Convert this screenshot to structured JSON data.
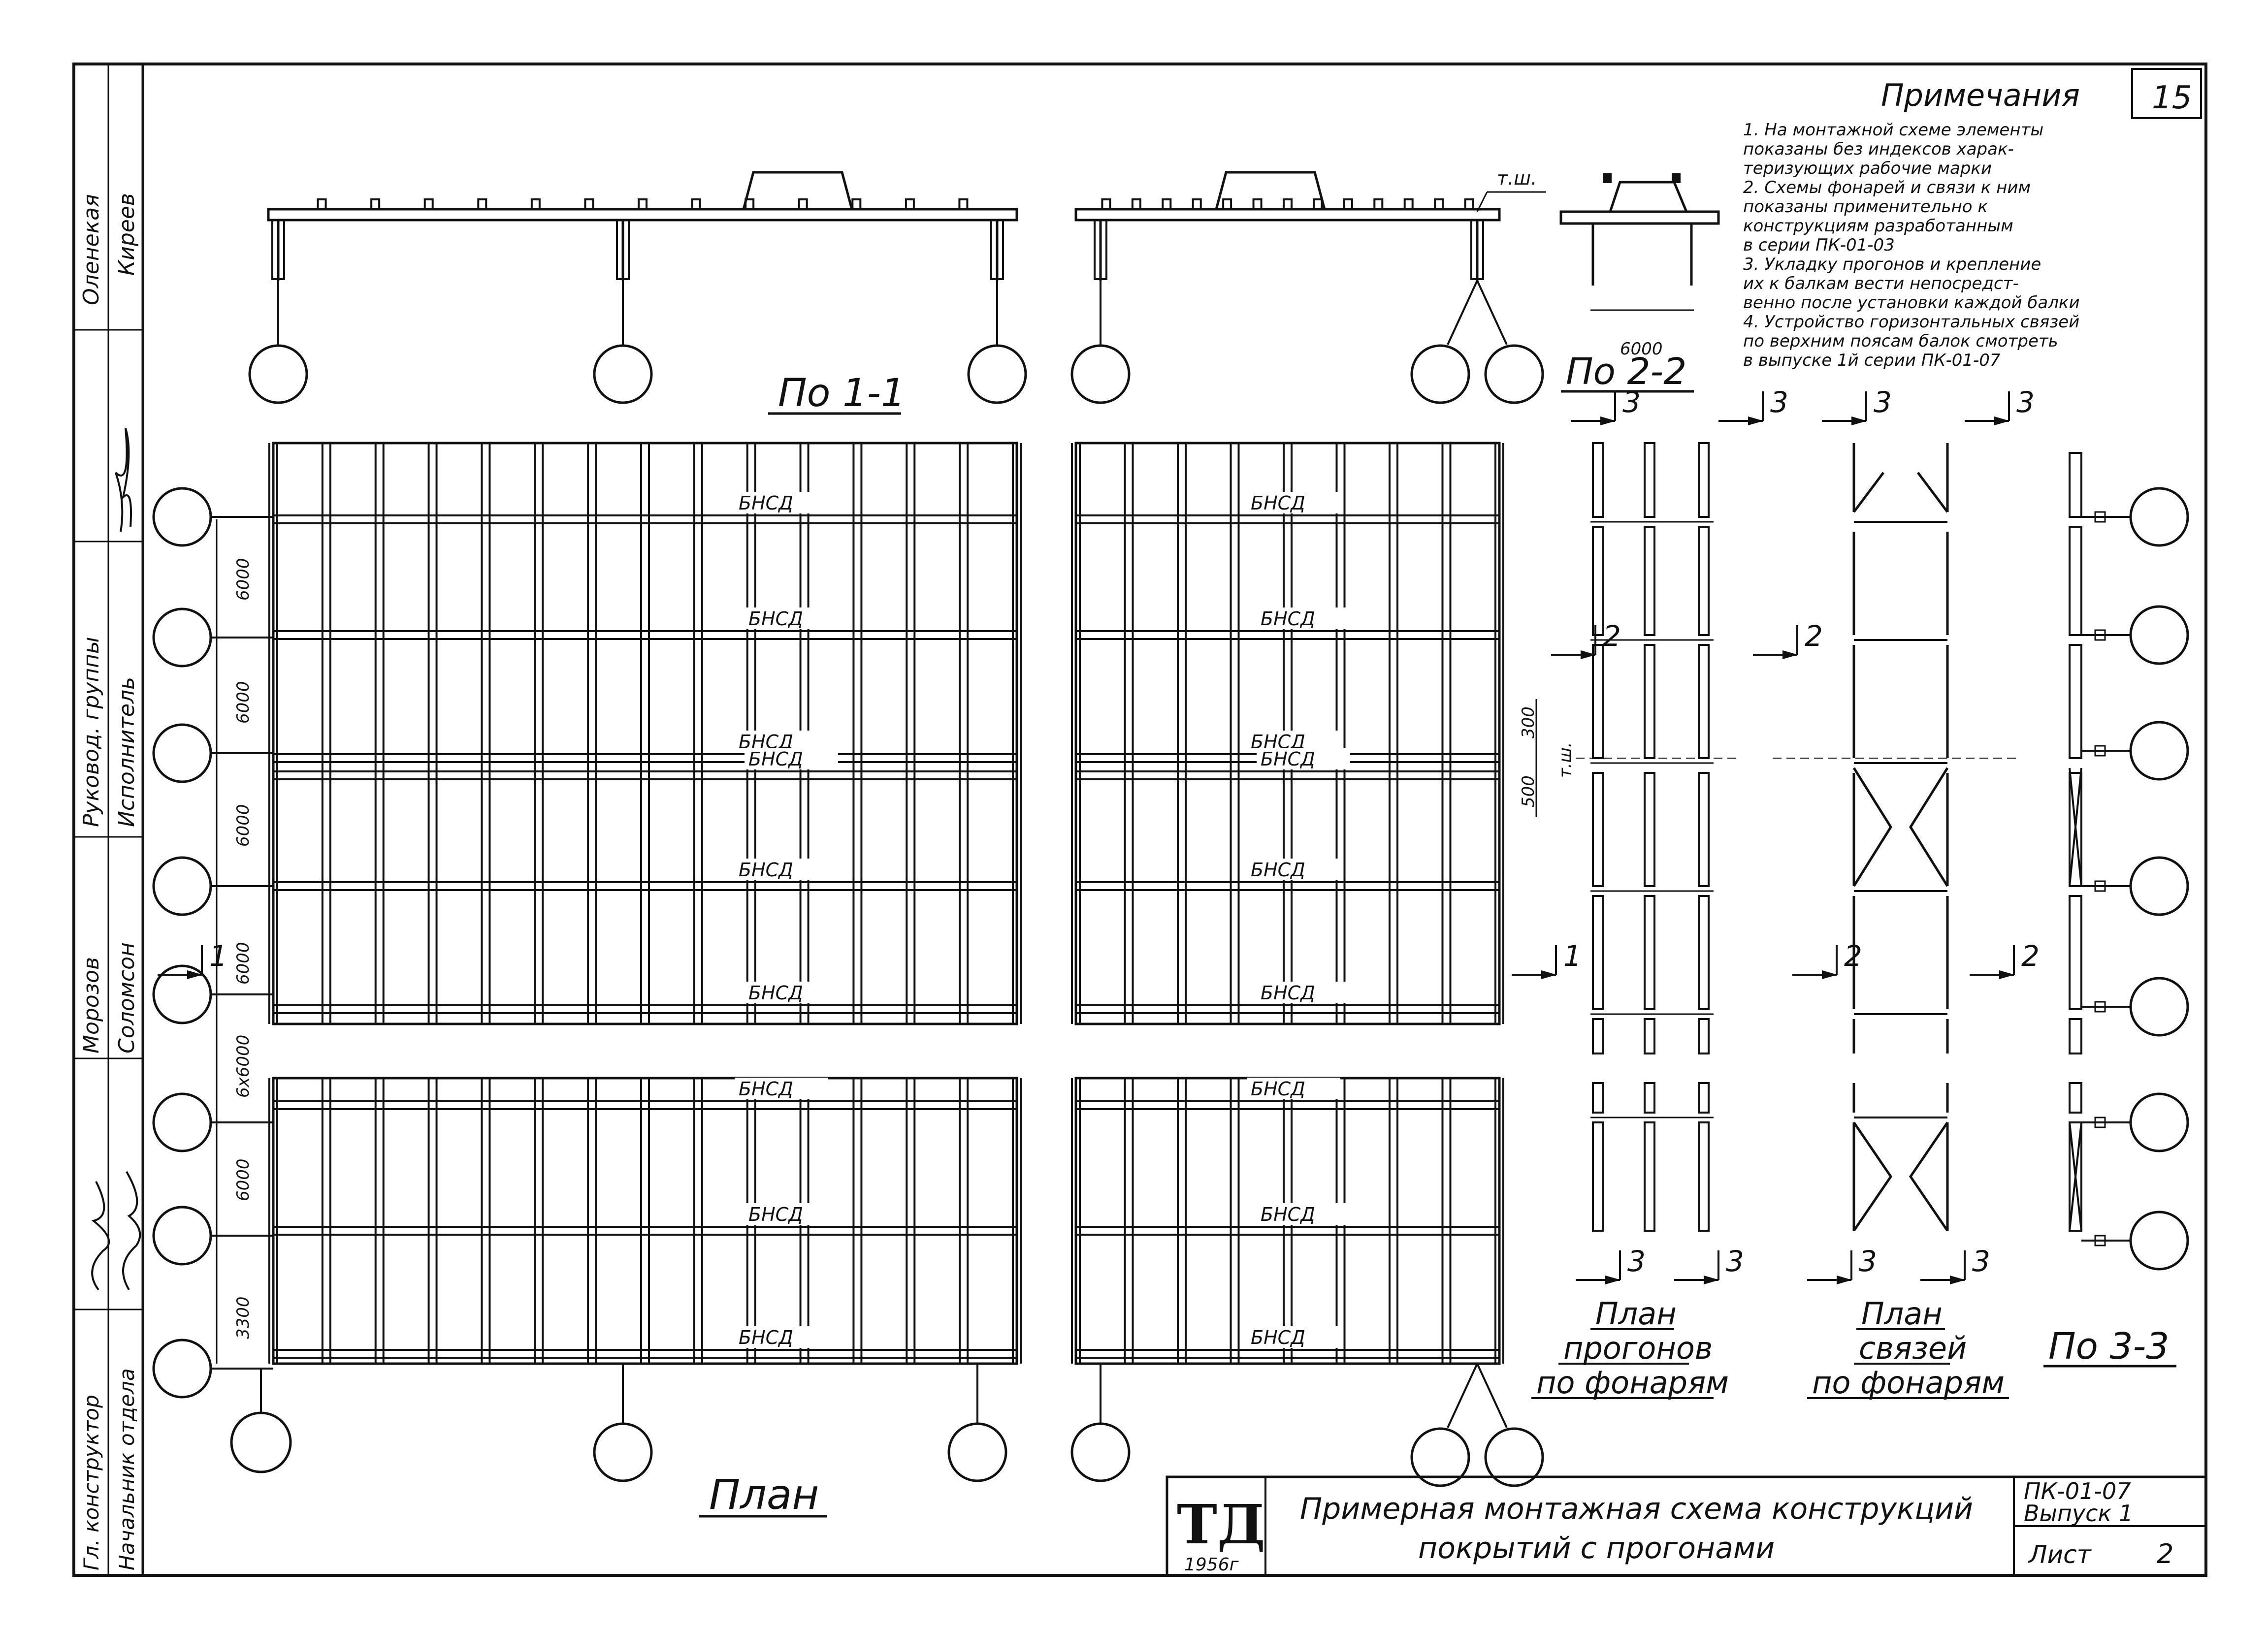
{
  "sheet_number": "15",
  "notes": {
    "title": "Примечания",
    "lines": [
      "1. На монтажной схеме элементы",
      "показаны без индексов харак-",
      "теризующих рабочие марки",
      "2. Схемы фонарей и связи к ним",
      "показаны применительно к",
      "конструкциям разработанным",
      "в серии ПК-01-03",
      "3. Укладку прогонов и крепление",
      "их к балкам вести непосредст-",
      "венно после установки каждой балки",
      "4. Устройство горизонтальных связей",
      "по верхним поясам балок смотреть",
      "в выпуске 1й серии ПК-01-07"
    ]
  },
  "side_stamp": {
    "rows": [
      {
        "role": "",
        "name": "Оленекая",
        "sign": "Киреев"
      },
      {
        "role": "Руковод. группы",
        "name": "Исполнитель",
        "sign": ""
      },
      {
        "role": "Морозов",
        "name": "Соломсон",
        "sign": ""
      },
      {
        "role": "Гл. конструктор",
        "name": "Начальник отдела",
        "sign": ""
      }
    ]
  },
  "section_labels": {
    "s11": "По 1-1",
    "s22": "По 2-2",
    "s33": "По 3-3",
    "plan": "План",
    "tw": "т.ш.",
    "dim6000": "6000"
  },
  "plan_beams_left": [
    "БНСД",
    "БНСД",
    "БНСД",
    "БНСД",
    "БНСД",
    "БНСД",
    "БНСД",
    "БНСД",
    "БНСД"
  ],
  "plan_beams_right": [
    "БНСД",
    "БНСД",
    "БНСД",
    "БНСД",
    "БНСД",
    "БНСД",
    "БНСД",
    "БНСД",
    "БНСД"
  ],
  "plan_dims": [
    "6000",
    "6000",
    "6000",
    "6000",
    "6х6000",
    "6000",
    "3300"
  ],
  "mid_dims": [
    "300",
    "500",
    "т.ш."
  ],
  "cut_marks": {
    "one": "1",
    "two": "2",
    "three": "3"
  },
  "sub_plans": {
    "purlins": [
      "План",
      "прогонов",
      "по фонарям"
    ],
    "ties": [
      "План",
      "связей",
      "по фонарям"
    ]
  },
  "title_block": {
    "logo": "ТД",
    "year": "1956г",
    "title_line1": "Примерная монтажная схема конструкций",
    "title_line2": "покрытий с прогонами",
    "series": "ПК-01-07",
    "issue": "Выпуск 1",
    "sheet_label": "Лист",
    "sheet_no": "2"
  }
}
